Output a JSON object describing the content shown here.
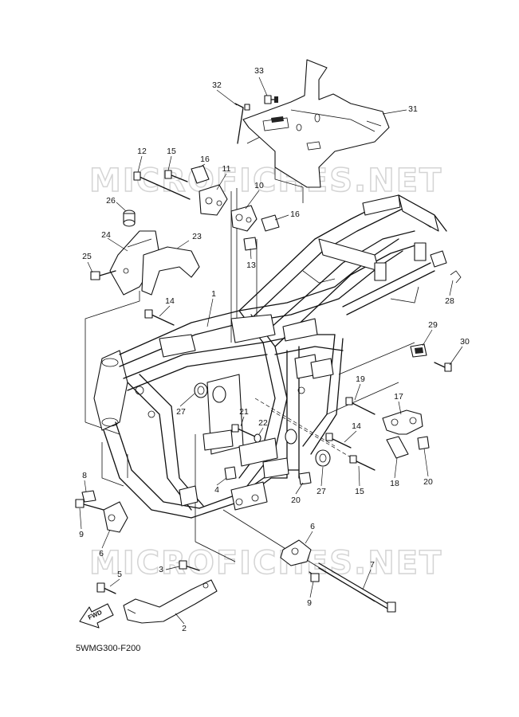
{
  "diagram": {
    "code": "5WMG300-F200",
    "watermark": "MICROFICHES.NET",
    "fwd_label": "FWD",
    "callouts": [
      {
        "id": "c1",
        "label": "1"
      },
      {
        "id": "c2",
        "label": "2"
      },
      {
        "id": "c3",
        "label": "3"
      },
      {
        "id": "c4",
        "label": "4"
      },
      {
        "id": "c5",
        "label": "5"
      },
      {
        "id": "c6a",
        "label": "6"
      },
      {
        "id": "c6b",
        "label": "6"
      },
      {
        "id": "c7",
        "label": "7"
      },
      {
        "id": "c8",
        "label": "8"
      },
      {
        "id": "c9a",
        "label": "9"
      },
      {
        "id": "c9b",
        "label": "9"
      },
      {
        "id": "c10",
        "label": "10"
      },
      {
        "id": "c11",
        "label": "11"
      },
      {
        "id": "c12",
        "label": "12"
      },
      {
        "id": "c13",
        "label": "13"
      },
      {
        "id": "c14a",
        "label": "14"
      },
      {
        "id": "c14b",
        "label": "14"
      },
      {
        "id": "c15a",
        "label": "15"
      },
      {
        "id": "c15b",
        "label": "15"
      },
      {
        "id": "c16a",
        "label": "16"
      },
      {
        "id": "c16b",
        "label": "16"
      },
      {
        "id": "c17",
        "label": "17"
      },
      {
        "id": "c18",
        "label": "18"
      },
      {
        "id": "c19",
        "label": "19"
      },
      {
        "id": "c20a",
        "label": "20"
      },
      {
        "id": "c20b",
        "label": "20"
      },
      {
        "id": "c21",
        "label": "21"
      },
      {
        "id": "c22",
        "label": "22"
      },
      {
        "id": "c23",
        "label": "23"
      },
      {
        "id": "c24",
        "label": "24"
      },
      {
        "id": "c25",
        "label": "25"
      },
      {
        "id": "c26",
        "label": "26"
      },
      {
        "id": "c27a",
        "label": "27"
      },
      {
        "id": "c27b",
        "label": "27"
      },
      {
        "id": "c28",
        "label": "28"
      },
      {
        "id": "c29",
        "label": "29"
      },
      {
        "id": "c30",
        "label": "30"
      },
      {
        "id": "c31",
        "label": "31"
      },
      {
        "id": "c32",
        "label": "32"
      },
      {
        "id": "c33",
        "label": "33"
      }
    ]
  }
}
